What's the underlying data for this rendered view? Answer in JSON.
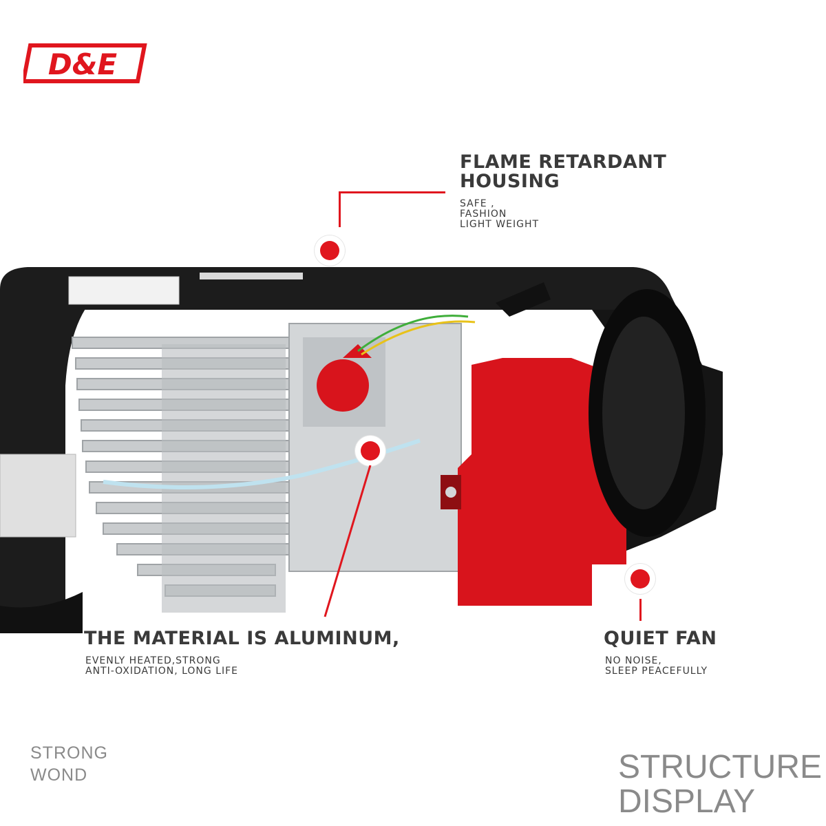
{
  "brand": {
    "logo_text": "D&E",
    "color": "#e0161e"
  },
  "callouts": {
    "housing": {
      "title_line1": "FLAME RETARDANT",
      "title_line2": "HOUSING",
      "features": [
        "SAFE ,",
        "FASHION",
        "LIGHT WEIGHT"
      ]
    },
    "aluminum": {
      "title": "THE MATERIAL IS ALUMINUM,",
      "features": [
        "EVENLY HEATED,STRONG",
        "ANTI-OXIDATION, LONG LIFE"
      ]
    },
    "fan": {
      "title": "QUIET FAN",
      "features": [
        "NO NOISE,",
        "SLEEP PEACEFULLY"
      ]
    }
  },
  "footer": {
    "left_line1": "STRONG",
    "left_line2": "WOND",
    "right_line1": "STRUCTURE",
    "right_line2": "DISPLAY"
  },
  "colors": {
    "accent": "#e0161e",
    "text": "#3a3a3a",
    "muted": "#8a8a8a",
    "housing": "#1c1c1c",
    "aluminum": "#c9ccce",
    "control_box": "#d8141c"
  }
}
